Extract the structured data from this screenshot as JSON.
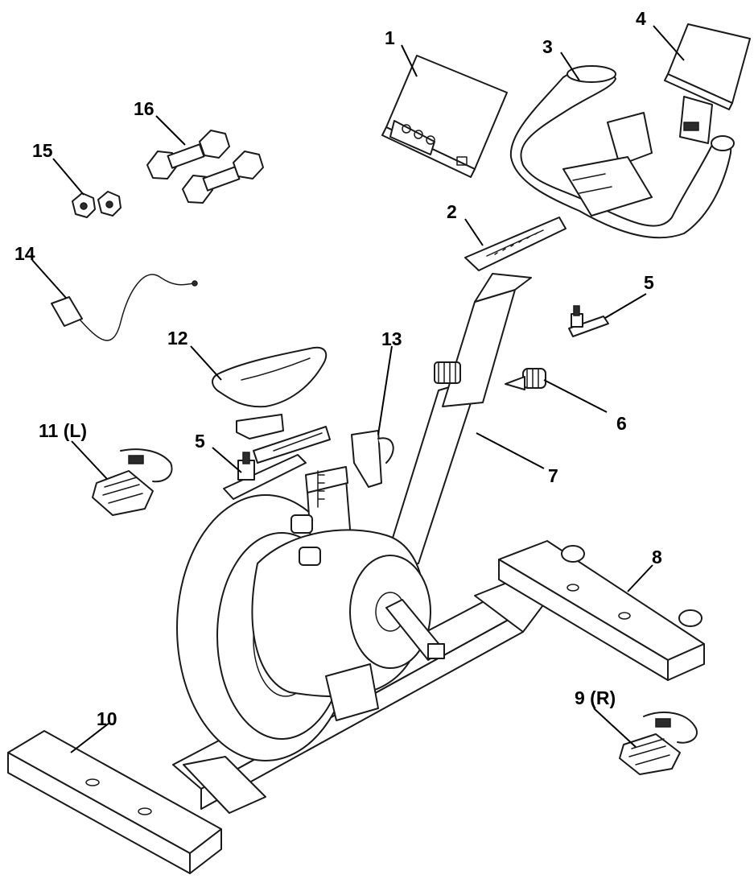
{
  "colors": {
    "line": "#1a1a1a",
    "background": "#ffffff",
    "label": "#000000"
  },
  "callouts": [
    {
      "id": "1",
      "text": "1",
      "part": "console"
    },
    {
      "id": "2",
      "text": "2",
      "part": "upright-cover"
    },
    {
      "id": "3",
      "text": "3",
      "part": "handlebar"
    },
    {
      "id": "4",
      "text": "4",
      "part": "tablet-holder"
    },
    {
      "id": "5a",
      "text": "5",
      "part": "slider-handlebar"
    },
    {
      "id": "6",
      "text": "6",
      "part": "adjustment-knob"
    },
    {
      "id": "7",
      "text": "7",
      "part": "frame"
    },
    {
      "id": "8",
      "text": "8",
      "part": "front-stabilizer"
    },
    {
      "id": "9",
      "text": "9 (R)",
      "part": "right-pedal"
    },
    {
      "id": "10",
      "text": "10",
      "part": "rear-stabilizer"
    },
    {
      "id": "11",
      "text": "11 (L)",
      "part": "left-pedal"
    },
    {
      "id": "12",
      "text": "12",
      "part": "seat"
    },
    {
      "id": "5b",
      "text": "5",
      "part": "slider-seat"
    },
    {
      "id": "13",
      "text": "13",
      "part": "bottle-holder"
    },
    {
      "id": "14",
      "text": "14",
      "part": "power-adapter"
    },
    {
      "id": "15",
      "text": "15",
      "part": "cleats"
    },
    {
      "id": "16",
      "text": "16",
      "part": "dumbbells"
    }
  ]
}
